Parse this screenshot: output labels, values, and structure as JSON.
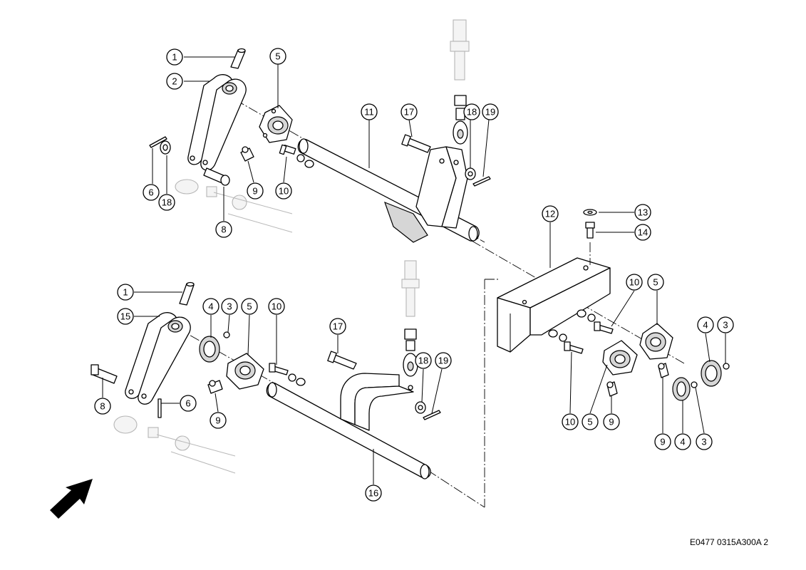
{
  "drawing_code": "E0477 0315A300A 2",
  "callouts": {
    "c_top_1": "1",
    "c_top_2": "2",
    "c_top_5": "5",
    "c_top_6": "6",
    "c_top_18a": "18",
    "c_top_8": "8",
    "c_top_9": "9",
    "c_top_10": "10",
    "c_top_11": "11",
    "c_top_17": "17",
    "c_top_18b": "18",
    "c_top_19": "19",
    "c_br_12": "12",
    "c_br_13": "13",
    "c_br_14": "14",
    "c_br_10a": "10",
    "c_br_5a": "5",
    "c_br_4a": "4",
    "c_br_3a": "3",
    "c_br_10b": "10",
    "c_br_5b": "5",
    "c_br_9a": "9",
    "c_br_9b": "9",
    "c_br_4b": "4",
    "c_br_3b": "3",
    "c_bot_1": "1",
    "c_bot_15": "15",
    "c_bot_4": "4",
    "c_bot_3": "3",
    "c_bot_5": "5",
    "c_bot_10": "10",
    "c_bot_17": "17",
    "c_bot_18": "18",
    "c_bot_19": "19",
    "c_bot_8": "8",
    "c_bot_6": "6",
    "c_bot_9": "9",
    "c_bot_16": "16"
  }
}
